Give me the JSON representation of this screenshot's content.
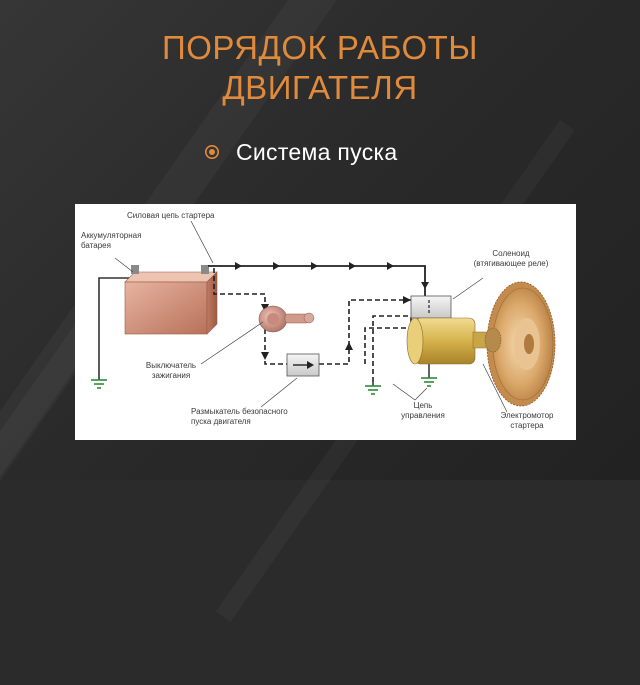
{
  "slide": {
    "title_line1": "ПОРЯДОК РАБОТЫ",
    "title_line2": "ДВИГАТЕЛЯ",
    "bullet": "Система пуска",
    "colors": {
      "title": "#e08a3c",
      "bullet_icon": "#e08a3c",
      "text": "#ffffff",
      "background": "#2b2b2b"
    }
  },
  "diagram": {
    "labels": {
      "starter_power_circuit": "Силовая цепь стартера",
      "battery_line1": "Аккумуляторная",
      "battery_line2": "батарея",
      "solenoid_line1": "Соленоид",
      "solenoid_line2": "(втягивающее реле)",
      "ignition_line1": "Выключатель",
      "ignition_line2": "зажигания",
      "safety_line1": "Размыкатель безопасного",
      "safety_line2": "пуска двигателя",
      "control_line1": "Цепь",
      "control_line2": "управления",
      "motor_line1": "Электромотор",
      "motor_line2": "стартера"
    }
  }
}
